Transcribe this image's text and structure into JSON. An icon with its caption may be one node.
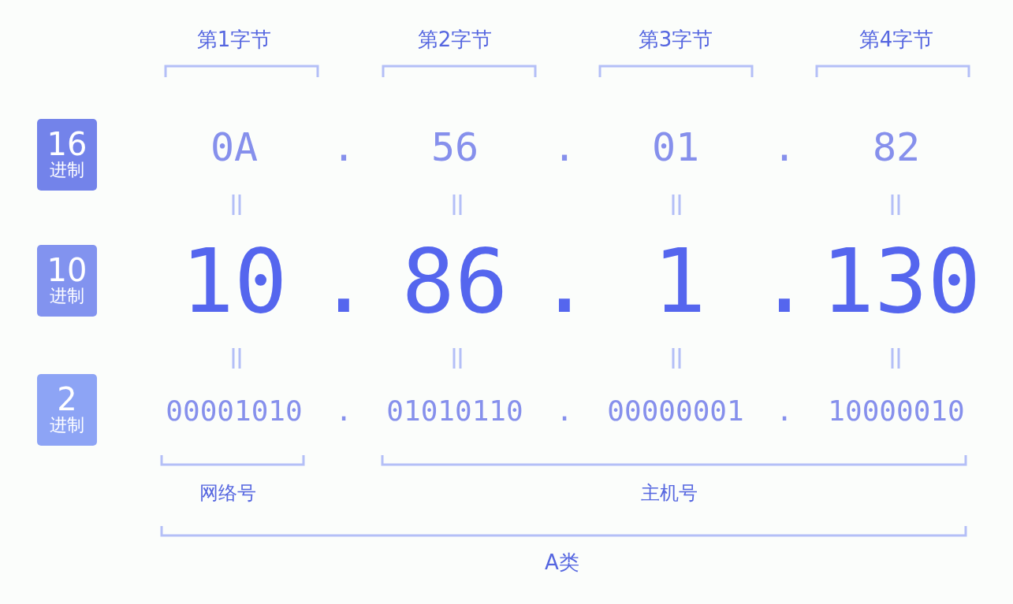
{
  "diagram": {
    "nodes": [
      {
        "text": [
          "16",
          "进制"
        ]
      },
      {
        "text": [
          "10",
          "进制"
        ]
      },
      {
        "text": [
          "2",
          "进制"
        ]
      }
    ],
    "labels": [
      "第1字节",
      "第2字节",
      "第3字节",
      "第4字节",
      "0A",
      ".",
      "56",
      ".",
      "01",
      ".",
      "82",
      "10",
      ".",
      "86",
      ".",
      "1",
      ".",
      "130",
      "00001010",
      ".",
      "01010110",
      ".",
      "00000001",
      ".",
      "10000010",
      "网络号",
      "主机号",
      "A类"
    ]
  }
}
